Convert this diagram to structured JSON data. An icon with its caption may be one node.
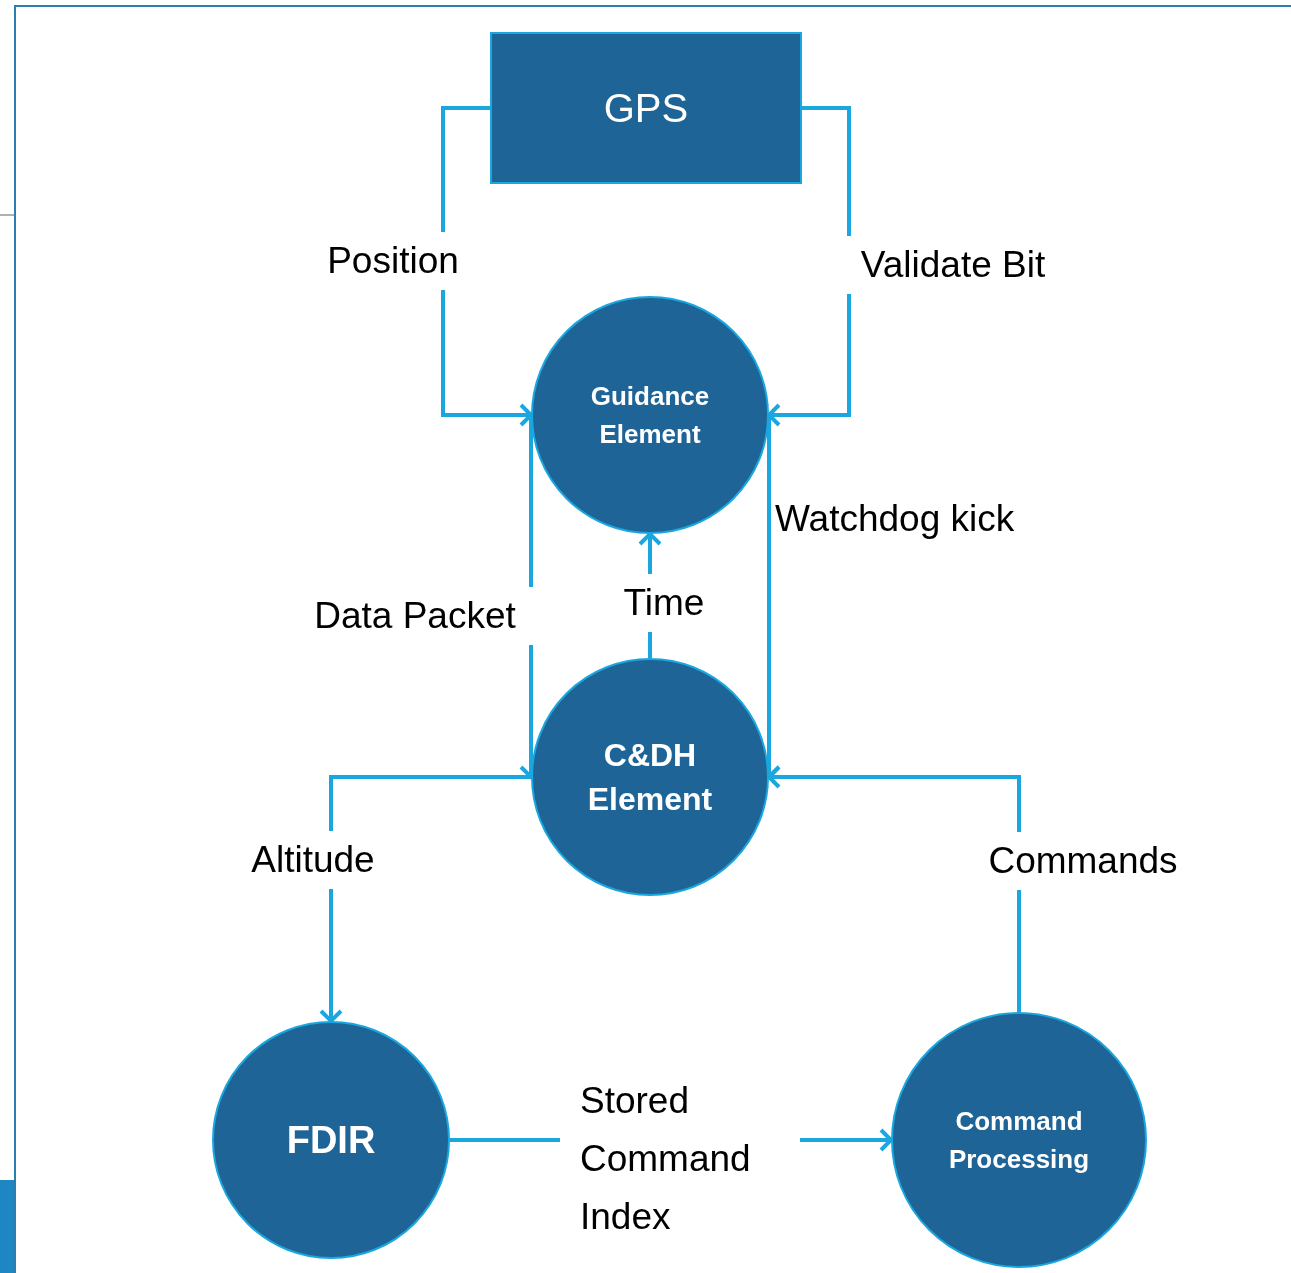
{
  "diagram": {
    "nodes": [
      {
        "text": [
          "GPS"
        ]
      },
      {
        "text": [
          "Guidance Element"
        ]
      },
      {
        "text": [
          "C&DH Element"
        ]
      },
      {
        "text": [
          "FDIR"
        ]
      },
      {
        "text": [
          "Command Processing"
        ]
      }
    ],
    "edges": [
      {
        "from": 0,
        "to": 1,
        "arrow": "to",
        "label": "Position"
      },
      {
        "from": 0,
        "to": 1,
        "arrow": "to",
        "label": "Validate Bit"
      },
      {
        "from": 1,
        "to": 2,
        "arrow": "to",
        "label": "Data Packet"
      },
      {
        "from": 2,
        "to": 1,
        "arrow": "to",
        "label": "Time"
      },
      {
        "from": 1,
        "to": 2,
        "arrow": "to",
        "label": "Watchdog kick"
      },
      {
        "from": 2,
        "to": 3,
        "arrow": "to",
        "label": "Altitude"
      },
      {
        "from": 4,
        "to": 2,
        "arrow": "to",
        "label": "Commands"
      },
      {
        "from": 3,
        "to": 4,
        "arrow": "to",
        "label": "Stored Command Index"
      }
    ]
  }
}
